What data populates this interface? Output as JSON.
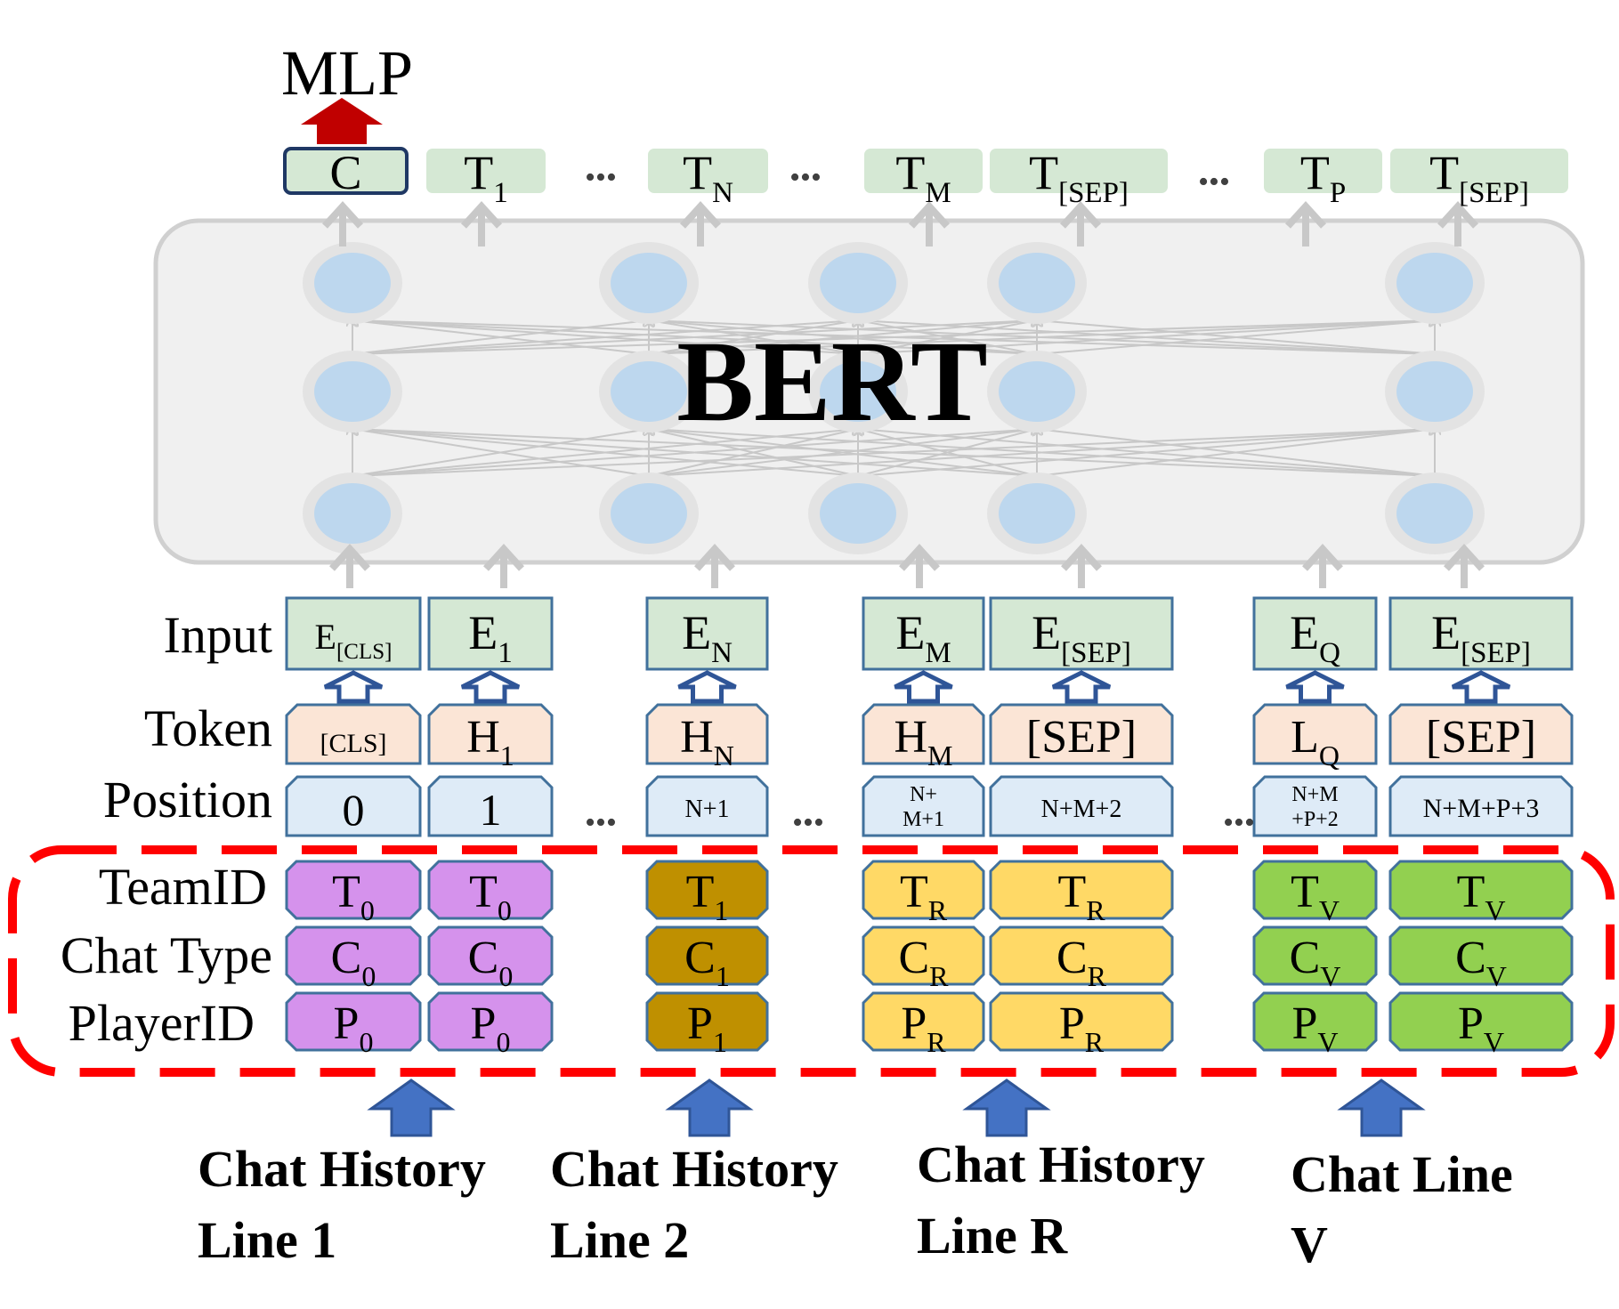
{
  "output": {
    "mlp_label": "MLP",
    "tokens": [
      {
        "base": "C",
        "sub": ""
      },
      {
        "base": "T",
        "sub": "1"
      },
      {
        "base": "T",
        "sub": "N"
      },
      {
        "base": "T",
        "sub": "M"
      },
      {
        "base": "T",
        "sub": "[SEP]"
      },
      {
        "base": "T",
        "sub": "P"
      },
      {
        "base": "T",
        "sub": "[SEP]"
      }
    ],
    "ellipsis": "•••"
  },
  "model": {
    "title": "BERT"
  },
  "row_labels": {
    "input": "Input",
    "token": "Token",
    "position": "Position",
    "team_id": "TeamID",
    "chat_type": "Chat Type",
    "player_id": "PlayerID"
  },
  "columns": [
    {
      "input": {
        "base": "E",
        "sub": "[CLS]"
      },
      "token": {
        "base": "[CLS]",
        "sub": ""
      },
      "position": [
        "0"
      ],
      "team": {
        "base": "T",
        "sub": "0"
      },
      "chat": {
        "base": "C",
        "sub": "0"
      },
      "player": {
        "base": "P",
        "sub": "0"
      },
      "group": "line1"
    },
    {
      "input": {
        "base": "E",
        "sub": "1"
      },
      "token": {
        "base": "H",
        "sub": "1"
      },
      "position": [
        "1"
      ],
      "team": {
        "base": "T",
        "sub": "0"
      },
      "chat": {
        "base": "C",
        "sub": "0"
      },
      "player": {
        "base": "P",
        "sub": "0"
      },
      "group": "line1"
    },
    {
      "input": {
        "base": "E",
        "sub": "N"
      },
      "token": {
        "base": "H",
        "sub": "N"
      },
      "position": [
        "N+1"
      ],
      "team": {
        "base": "T",
        "sub": "1"
      },
      "chat": {
        "base": "C",
        "sub": "1"
      },
      "player": {
        "base": "P",
        "sub": "1"
      },
      "group": "line2"
    },
    {
      "input": {
        "base": "E",
        "sub": "M"
      },
      "token": {
        "base": "H",
        "sub": "M"
      },
      "position": [
        "N+",
        "M+1"
      ],
      "team": {
        "base": "T",
        "sub": "R"
      },
      "chat": {
        "base": "C",
        "sub": "R"
      },
      "player": {
        "base": "P",
        "sub": "R"
      },
      "group": "lineR"
    },
    {
      "input": {
        "base": "E",
        "sub": "[SEP]"
      },
      "token": {
        "base": "[SEP]",
        "sub": ""
      },
      "position": [
        "N+M+2"
      ],
      "team": {
        "base": "T",
        "sub": "R"
      },
      "chat": {
        "base": "C",
        "sub": "R"
      },
      "player": {
        "base": "P",
        "sub": "R"
      },
      "group": "lineR"
    },
    {
      "input": {
        "base": "E",
        "sub": "Q"
      },
      "token": {
        "base": "L",
        "sub": "Q"
      },
      "position": [
        "N+M",
        "+P+2"
      ],
      "team": {
        "base": "T",
        "sub": "V"
      },
      "chat": {
        "base": "C",
        "sub": "V"
      },
      "player": {
        "base": "P",
        "sub": "V"
      },
      "group": "lineV"
    },
    {
      "input": {
        "base": "E",
        "sub": "[SEP]"
      },
      "token": {
        "base": "[SEP]",
        "sub": ""
      },
      "position": [
        "N+M+P+3"
      ],
      "team": {
        "base": "T",
        "sub": "V"
      },
      "chat": {
        "base": "C",
        "sub": "V"
      },
      "player": {
        "base": "P",
        "sub": "V"
      },
      "group": "lineV"
    }
  ],
  "group_colors": {
    "line1": "#d592ec",
    "line2": "#bf9000",
    "lineR": "#ffd966",
    "lineV": "#92d050"
  },
  "colors": {
    "green_box": "#d5e8d4",
    "token_box": "#fbe5d6",
    "position_box": "#deebf7",
    "box_stroke": "#41719c",
    "node_fill": "#bdd7ee",
    "bert_bg": "#f0f0f0",
    "dashed_red": "#ff0000",
    "mlp_arrow": "#c00000",
    "blue_arrow": "#4472c4"
  },
  "bottom_labels": [
    {
      "lines": [
        "Chat History",
        "Line 1"
      ]
    },
    {
      "lines": [
        "Chat History",
        "Line 2"
      ]
    },
    {
      "lines": [
        "Chat History",
        "Line R"
      ]
    },
    {
      "lines": [
        "Chat Line",
        "V"
      ]
    }
  ]
}
